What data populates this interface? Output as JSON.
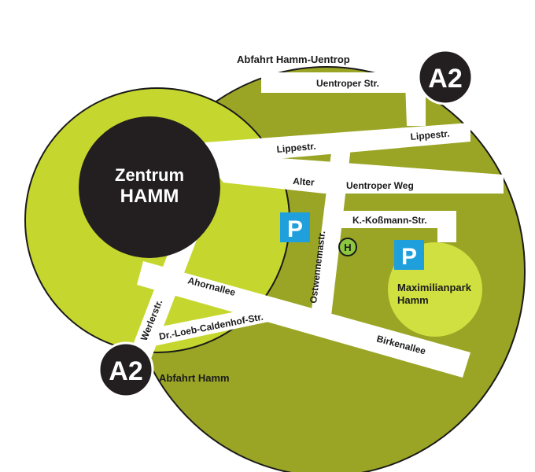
{
  "colors": {
    "outer_area": "#9aa525",
    "inner_area": "#c5d72e",
    "park": "#d0e040",
    "outline": "#1a1a1a",
    "road": "#ffffff",
    "center": "#231f20",
    "parking": "#1fa0dc",
    "bus": "#8dc63f"
  },
  "center": {
    "line1": "Zentrum",
    "line2": "HAMM"
  },
  "exits": {
    "top": {
      "badge": "A2",
      "label": "Abfahrt Hamm-Uentrop"
    },
    "bottom": {
      "badge": "A2",
      "label": "Abfahrt Hamm"
    }
  },
  "streets": {
    "uentroper": "Uentroper Str.",
    "lippe_left": "Lippestr.",
    "lippe_right": "Lippestr.",
    "alter": "Alter",
    "uentroper_weg": "Uentroper Weg",
    "kossmann": "K.-Koßmann-Str.",
    "ostwennema": "Ostwennemastr.",
    "ahornallee": "Ahornallee",
    "werler": "Werlerstr.",
    "loeb": "Dr.-Loeb-Caldenhof-Str.",
    "birkenallee": "Birkenallee"
  },
  "park": {
    "line1": "Maximilianpark",
    "line2": "Hamm"
  },
  "parking_symbol": "P",
  "bus_symbol": "H"
}
